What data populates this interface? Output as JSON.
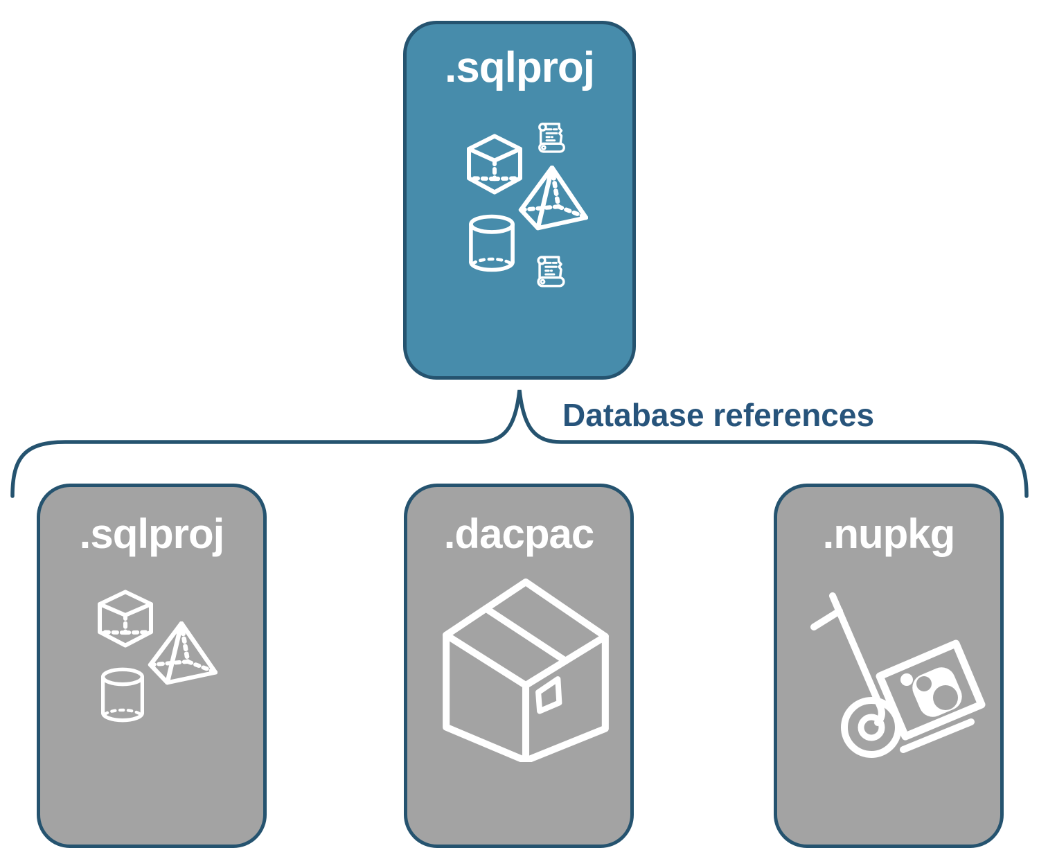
{
  "diagram": {
    "root_box": {
      "label": ".sqlproj",
      "icons": [
        "cube-icon",
        "scroll-icon",
        "pyramid-icon",
        "cylinder-icon",
        "scroll-icon"
      ]
    },
    "connector": {
      "label": "Database references",
      "shape": "upward-curly-brace"
    },
    "children": [
      {
        "label": ".sqlproj",
        "icons": [
          "cube-icon",
          "pyramid-icon",
          "cylinder-icon"
        ]
      },
      {
        "label": ".dacpac",
        "icons": [
          "package-box-icon"
        ]
      },
      {
        "label": ".nupkg",
        "icons": [
          "hand-truck-icon"
        ]
      }
    ]
  },
  "colors": {
    "background": "#ffffff",
    "root-fill": "#478cab",
    "child-fill": "#a3a3a3",
    "border": "#25536f",
    "label-text": "#27547b",
    "box-text": "#ffffff"
  }
}
